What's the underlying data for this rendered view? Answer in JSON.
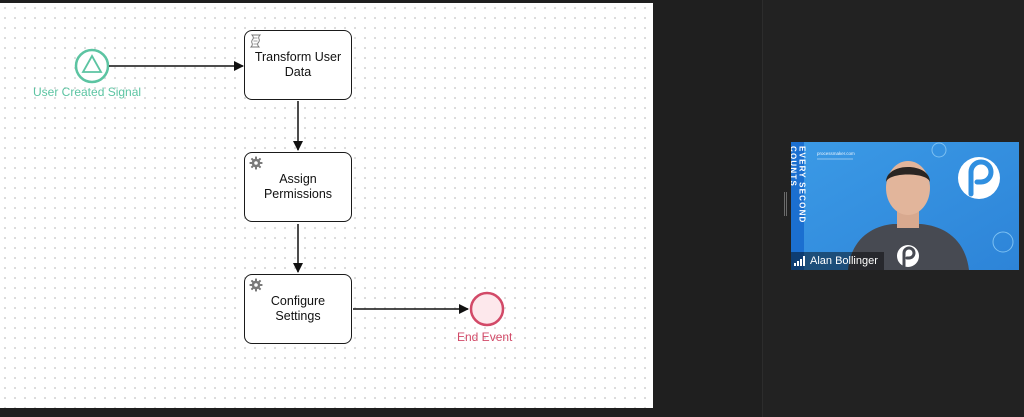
{
  "diagram": {
    "start_event_label": "User Created Signal",
    "tasks": [
      {
        "line1": "Transform User",
        "line2": "Data",
        "icon": "script-task-icon"
      },
      {
        "line1": "Assign",
        "line2": "Permissions",
        "icon": "gear-icon"
      },
      {
        "line1": "Configure",
        "line2": "Settings",
        "icon": "gear-icon"
      }
    ],
    "end_event_label": "End Event"
  },
  "video": {
    "participant_name": "Alan Bollinger",
    "banner_text": "EVERY SECOND COUNTS",
    "small_url_text": "processmaker.com",
    "colors": {
      "tile_bg": "#2f8fe0",
      "banner_bg": "#1b6fd0"
    }
  },
  "colors": {
    "start_event": "#5cc4a2",
    "end_event": "#d24a68",
    "end_fill": "#fde8ec",
    "background": "#1f1f1f"
  }
}
